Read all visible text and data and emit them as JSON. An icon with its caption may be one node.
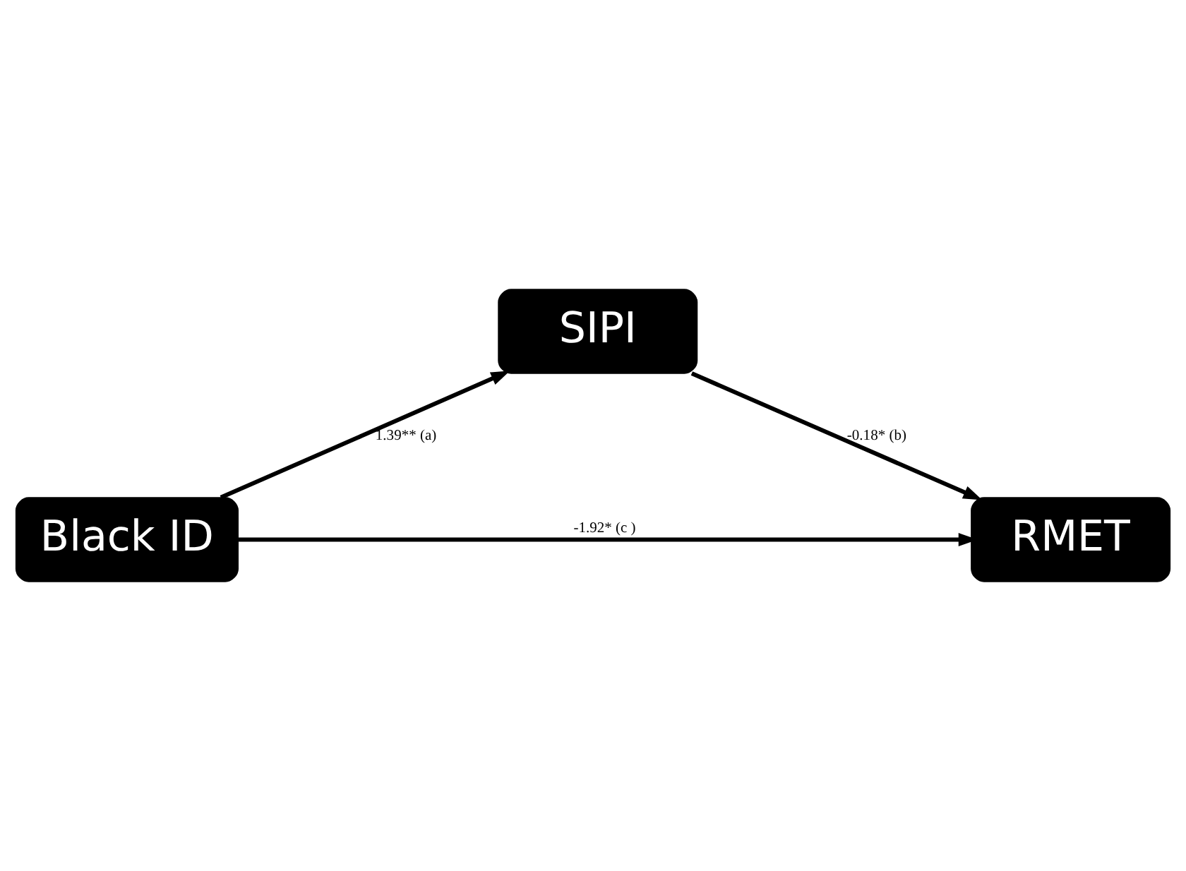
{
  "diagram": {
    "nodes": [
      {
        "text": [
          "SIPI"
        ]
      },
      {
        "text": [
          "Black ID"
        ]
      },
      {
        "text": [
          "RMET"
        ]
      }
    ],
    "edges": [
      {
        "from": 1,
        "to": 0,
        "arrow": "to",
        "label": "1.39** (a)"
      },
      {
        "from": 0,
        "to": 2,
        "arrow": "to",
        "label": "-0.18* (b)"
      },
      {
        "from": 1,
        "to": 2,
        "arrow": "to",
        "label": "-1.92* (c )"
      }
    ]
  }
}
